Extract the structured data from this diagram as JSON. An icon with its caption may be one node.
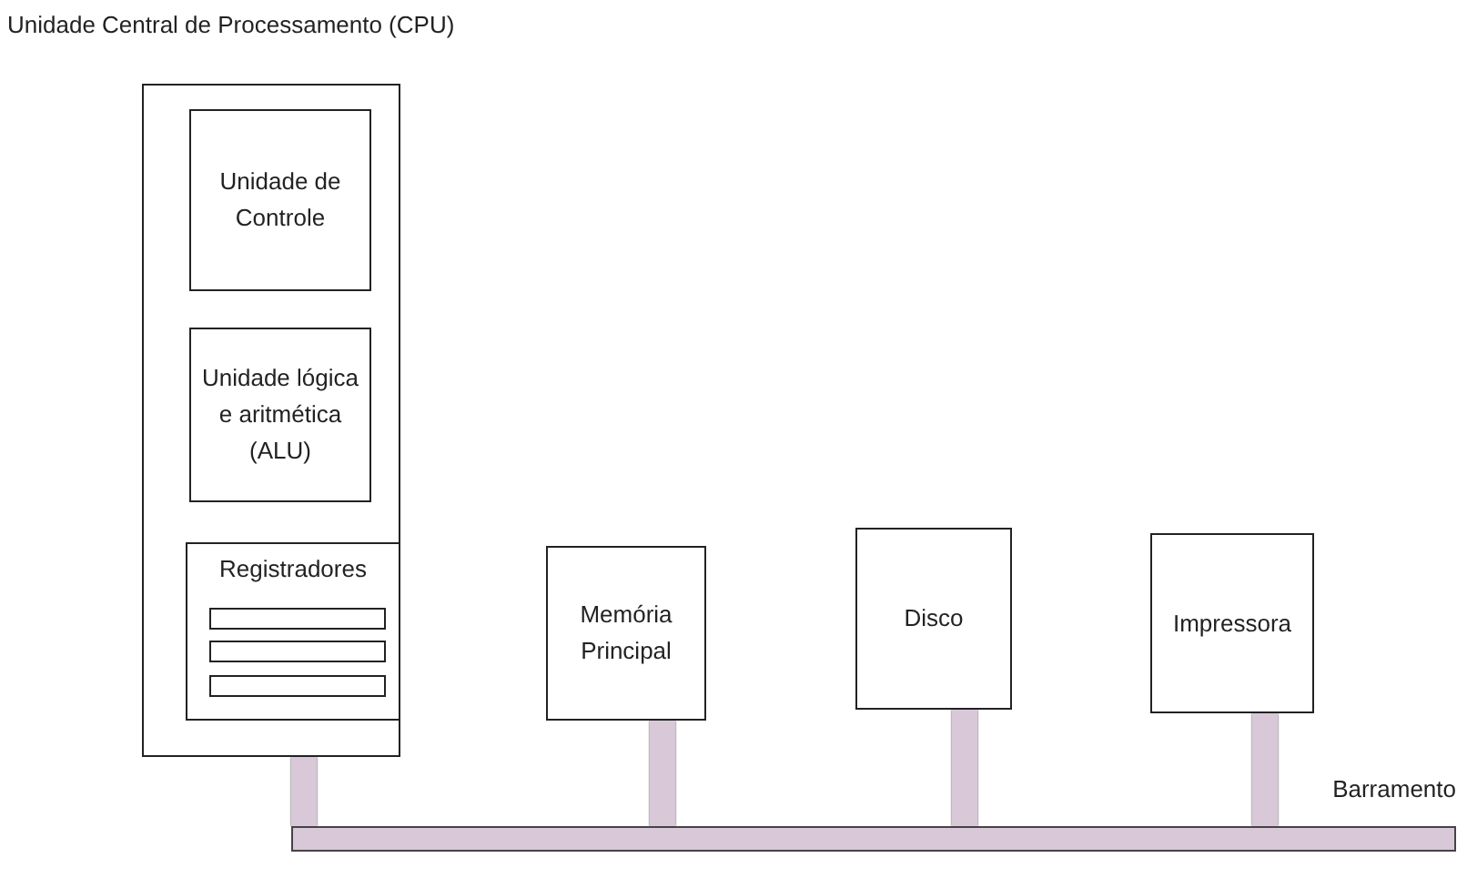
{
  "diagram": {
    "nodes": [
      {
        "text": [
          "Unidade Central de Processamento (CPU)"
        ]
      },
      {
        "text": [
          "Unidade de Controle"
        ],
        "in": 0
      },
      {
        "text": [
          "Unidade lógica e aritmética (ALU)"
        ],
        "in": 0
      },
      {
        "text": [
          "Registradores"
        ],
        "in": 0
      },
      {
        "text": [],
        "shape": "bar",
        "in": 3
      },
      {
        "text": [],
        "shape": "bar",
        "in": 3
      },
      {
        "text": [],
        "shape": "bar",
        "in": 3
      },
      {
        "text": [
          "Memória Principal"
        ]
      },
      {
        "text": [
          "Disco"
        ]
      },
      {
        "text": [
          "Impressora"
        ]
      },
      {
        "text": [],
        "shape": "bar",
        "beside": [
          "Barramento"
        ]
      }
    ],
    "edges": [
      {
        "from": 0,
        "to": 10,
        "arrow": "none"
      },
      {
        "from": 7,
        "to": 10,
        "arrow": "none"
      },
      {
        "from": 8,
        "to": 10,
        "arrow": "none"
      },
      {
        "from": 9,
        "to": 10,
        "arrow": "none"
      }
    ]
  }
}
